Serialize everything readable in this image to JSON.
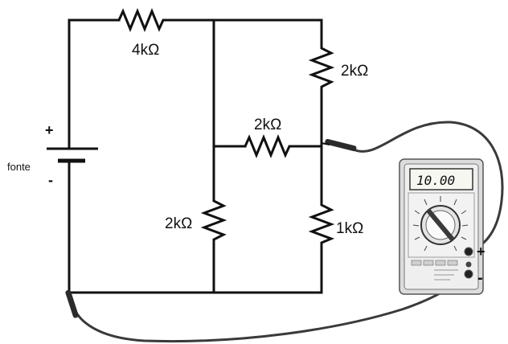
{
  "circuit": {
    "source": {
      "label": "fonte",
      "plus": "+",
      "minus": "-"
    },
    "resistors": {
      "top": "4kΩ",
      "right_top": "2kΩ",
      "middle": "2kΩ",
      "left_bottom": "2kΩ",
      "right_bottom": "1kΩ"
    }
  },
  "multimeter": {
    "display_value": "10.00",
    "plus_terminal": "+",
    "minus_terminal": "-"
  },
  "colors": {
    "wire": "#111111",
    "probe_lead": "#333333",
    "meter_body": "#e9e9e9"
  }
}
